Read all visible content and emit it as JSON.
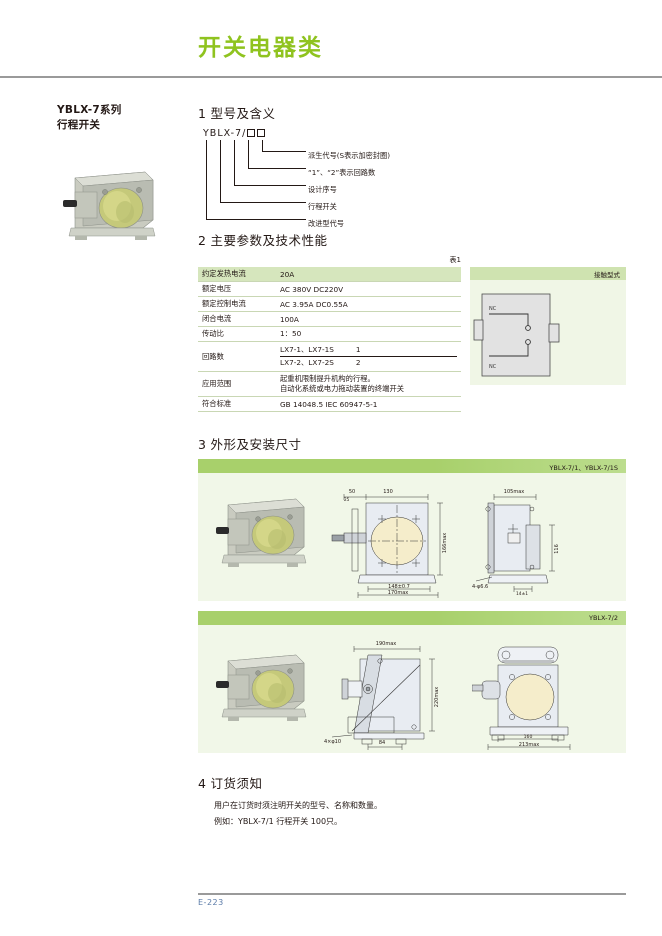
{
  "header": {
    "title": "开关电器类"
  },
  "sidebar": {
    "title_line1": "YBLX-7系列",
    "title_line2": "行程开关",
    "photo_alt": "product-photo"
  },
  "sections": {
    "model": {
      "num": "1",
      "title": "型号及含义"
    },
    "params": {
      "num": "2",
      "title": "主要参数及技术性能"
    },
    "dimensions": {
      "num": "3",
      "title": "外形及安装尺寸"
    },
    "ordering": {
      "num": "4",
      "title": "订货须知"
    }
  },
  "model_code": {
    "prefix": "YB",
    "mid": "LX-",
    "series": "7/",
    "legends": [
      "派生代号(S表示加密封圈)",
      "“1”、“2”表示回路数",
      "设计序号",
      "行程开关",
      "改进型代号"
    ]
  },
  "spec_table": {
    "caption": "表1",
    "rows": [
      {
        "label": "约定发热电流",
        "value": "20A"
      },
      {
        "label": "额定电压",
        "value": "AC 380V    DC220V"
      },
      {
        "label": "额定控制电流",
        "value": "AC 3.95A    DC0.55A"
      },
      {
        "label": "闭合电流",
        "value": "100A"
      },
      {
        "label": "传动比",
        "value": "1：50"
      }
    ],
    "circuits": {
      "label": "回路数",
      "line1": "LX7-1、LX7-1S",
      "line1_num": "1",
      "line2": "LX7-2、LX7-2S",
      "line2_num": "2"
    },
    "application": {
      "label": "应用范围",
      "line1": "起重机限制提升机构的行程。",
      "line2": "自动化系统或电力拖动装置的终端开关"
    },
    "standard": {
      "label": "符合标准",
      "value": "GB 14048.5   IEC 60947-5-1"
    }
  },
  "contact_type": {
    "title": "接触型式",
    "label_top": "NC",
    "label_bottom": "NC"
  },
  "dim_panels": [
    {
      "title": "YBLX-7/1、YBLX-7/1S",
      "labels": [
        "50",
        "25",
        "130",
        "166max",
        "148±0.7",
        "170max",
        "105max",
        "116",
        "4-φ6.6",
        "14±1"
      ]
    },
    {
      "title": "YBLX-7/2",
      "labels": [
        "190max",
        "220max",
        "4×φ10",
        "84",
        "160",
        "213max"
      ]
    }
  ],
  "ordering": {
    "line1": "用户在订货时须注明开关的型号、名称和数量。",
    "line2": "例如：YBLX-7/1   行程开关    100只。"
  },
  "footer": {
    "page": "E-223"
  },
  "colors": {
    "brand_green": "#8fc31f",
    "table_header": "#d6e6bd",
    "panel_bg": "#f1f7e8",
    "panel_head": "#a8d06b",
    "footer_text": "#5b7ba8"
  }
}
